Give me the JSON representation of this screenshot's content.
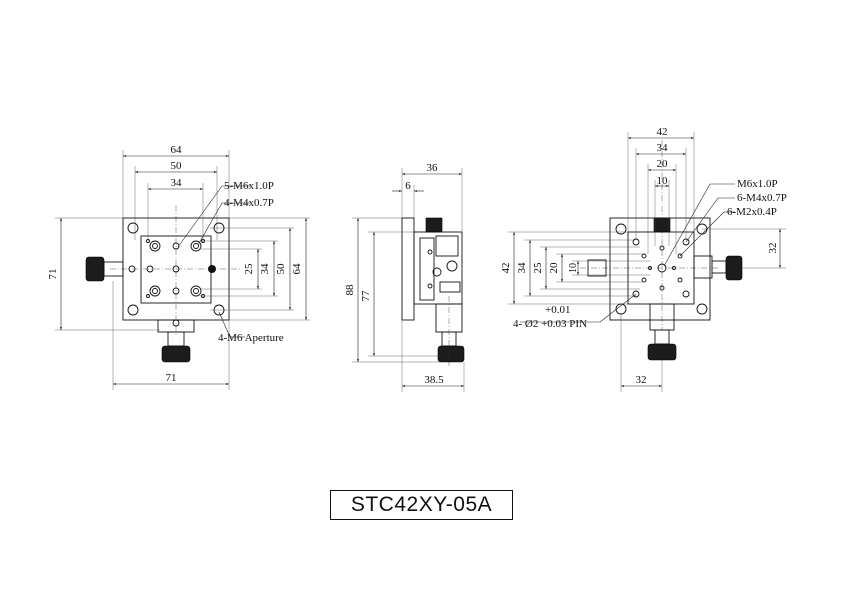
{
  "part_number": "STC42XY-05A",
  "top_view": {
    "dims": {
      "top_64": "64",
      "top_50": "50",
      "top_34": "34",
      "left_71": "71",
      "bottom_71": "71",
      "right_25": "25",
      "right_34": "34",
      "right_50": "50",
      "right_64": "64"
    },
    "callouts": {
      "m6": "5-M6x1.0P",
      "m4": "4-M4x0.7P",
      "aperture": "4-M6 Aperture"
    }
  },
  "side_view": {
    "dims": {
      "top_36": "36",
      "top_6": "6",
      "left_88": "88",
      "left_77": "77",
      "bottom_38_5": "38.5"
    }
  },
  "stage_view": {
    "dims": {
      "top_42": "42",
      "top_34": "34",
      "top_20": "20",
      "top_10": "10",
      "left_42": "42",
      "left_34": "34",
      "left_25": "25",
      "left_20": "20",
      "left_10": "10",
      "right_32": "32",
      "bottom_32": "32"
    },
    "callouts": {
      "m6": "M6x1.0P",
      "m4": "6-M4x0.7P",
      "m2": "6-M2x0.4P",
      "pin_tol": "+0.01",
      "pin": "4- Ø2 +0.03 PIN"
    }
  }
}
